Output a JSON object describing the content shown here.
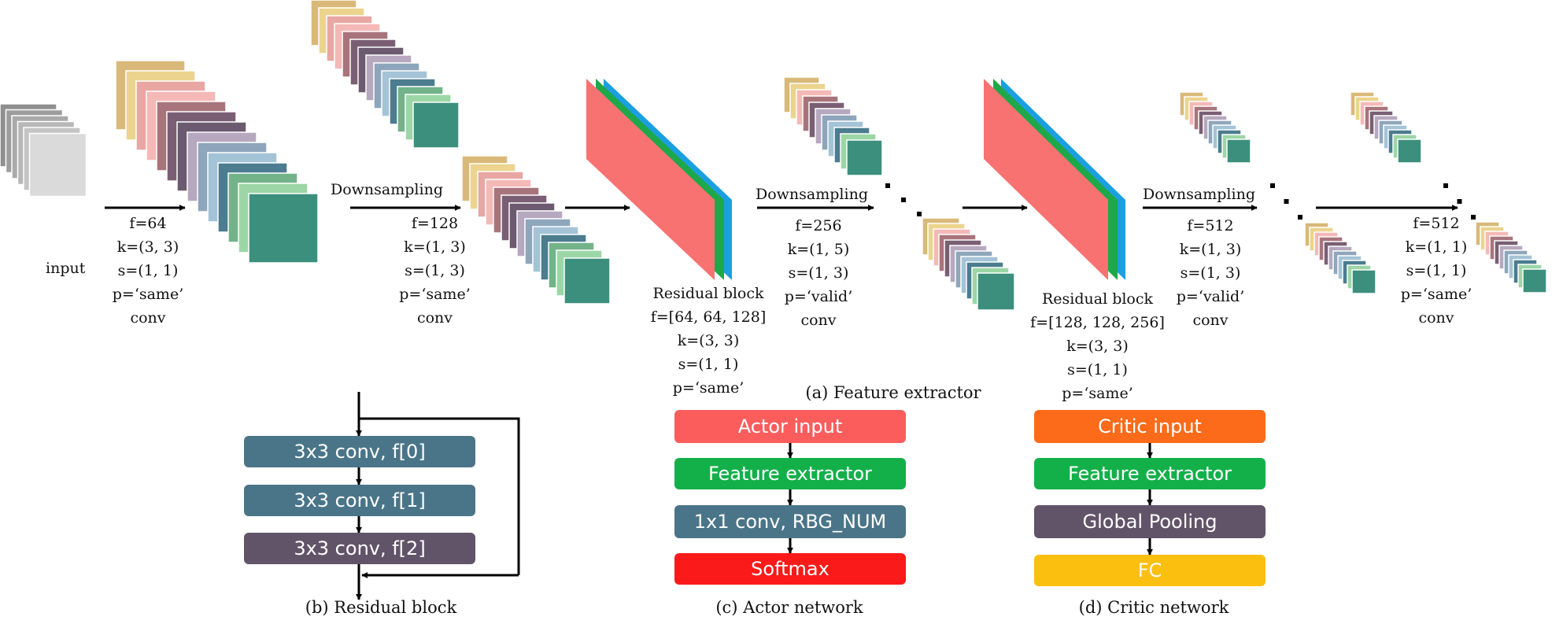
{
  "colors": {
    "gray_stack": [
      "#8f8f8f",
      "#9c9c9c",
      "#aaaaaa",
      "#b7b7b7",
      "#c4c4c4",
      "#dadada"
    ],
    "feature_stack": [
      "#d9b97a",
      "#ecd48e",
      "#e8a7a3",
      "#f4b9b7",
      "#a8747b",
      "#7a5f74",
      "#6b5a70",
      "#b6a8bf",
      "#8ea6bb",
      "#a4c3d6",
      "#4b7c8f",
      "#73b38a",
      "#9cd6a6",
      "#3d8f7d"
    ],
    "residual_red": "#f87272",
    "residual_green": "#1fa84a",
    "residual_blue": "#1aa0e0",
    "conv_box": "#4a7589",
    "conv_box_purple": "#615469",
    "actor_input": "#fb5d5d",
    "critic_input": "#fb6b1a",
    "feature_box": "#13b04a",
    "softmax": "#fb1a1a",
    "fc": "#fbbf10",
    "pool": "#615469"
  },
  "labels": {
    "input": "input",
    "downsampling": "Downsampling",
    "conv1": [
      "f=64",
      "k=(3, 3)",
      "s=(1, 1)",
      "p=‘same’",
      "conv"
    ],
    "conv2": [
      "f=128",
      "k=(1, 3)",
      "s=(1, 3)",
      "p=‘same’",
      "conv"
    ],
    "res1": [
      "Residual block",
      "f=[64, 64, 128]",
      "k=(3, 3)",
      "s=(1, 1)",
      "p=‘same’"
    ],
    "conv3": [
      "f=256",
      "k=(1, 5)",
      "s=(1, 3)",
      "p=‘valid’",
      "conv"
    ],
    "res2": [
      "Residual block",
      "f=[128, 128, 256]",
      "k=(3, 3)",
      "s=(1, 1)",
      "p=‘same’"
    ],
    "conv4": [
      "f=512",
      "k=(1, 3)",
      "s=(1, 3)",
      "p=‘valid’",
      "conv"
    ],
    "conv5": [
      "f=512",
      "k=(1, 1)",
      "s=(1, 1)",
      "p=‘same’",
      "conv"
    ]
  },
  "captions": {
    "a": "(a) Feature extractor",
    "b": "(b) Residual block",
    "c": "(c) Actor network",
    "d": "(d) Critic network"
  },
  "residual_block": [
    "3x3 conv, f[0]",
    "3x3 conv, f[1]",
    "3x3 conv, f[2]"
  ],
  "actor_network": [
    "Actor input",
    "Feature extractor",
    "1x1 conv, RBG_NUM",
    "Softmax"
  ],
  "critic_network": [
    "Critic input",
    "Feature extractor",
    "Global Pooling",
    "FC"
  ]
}
